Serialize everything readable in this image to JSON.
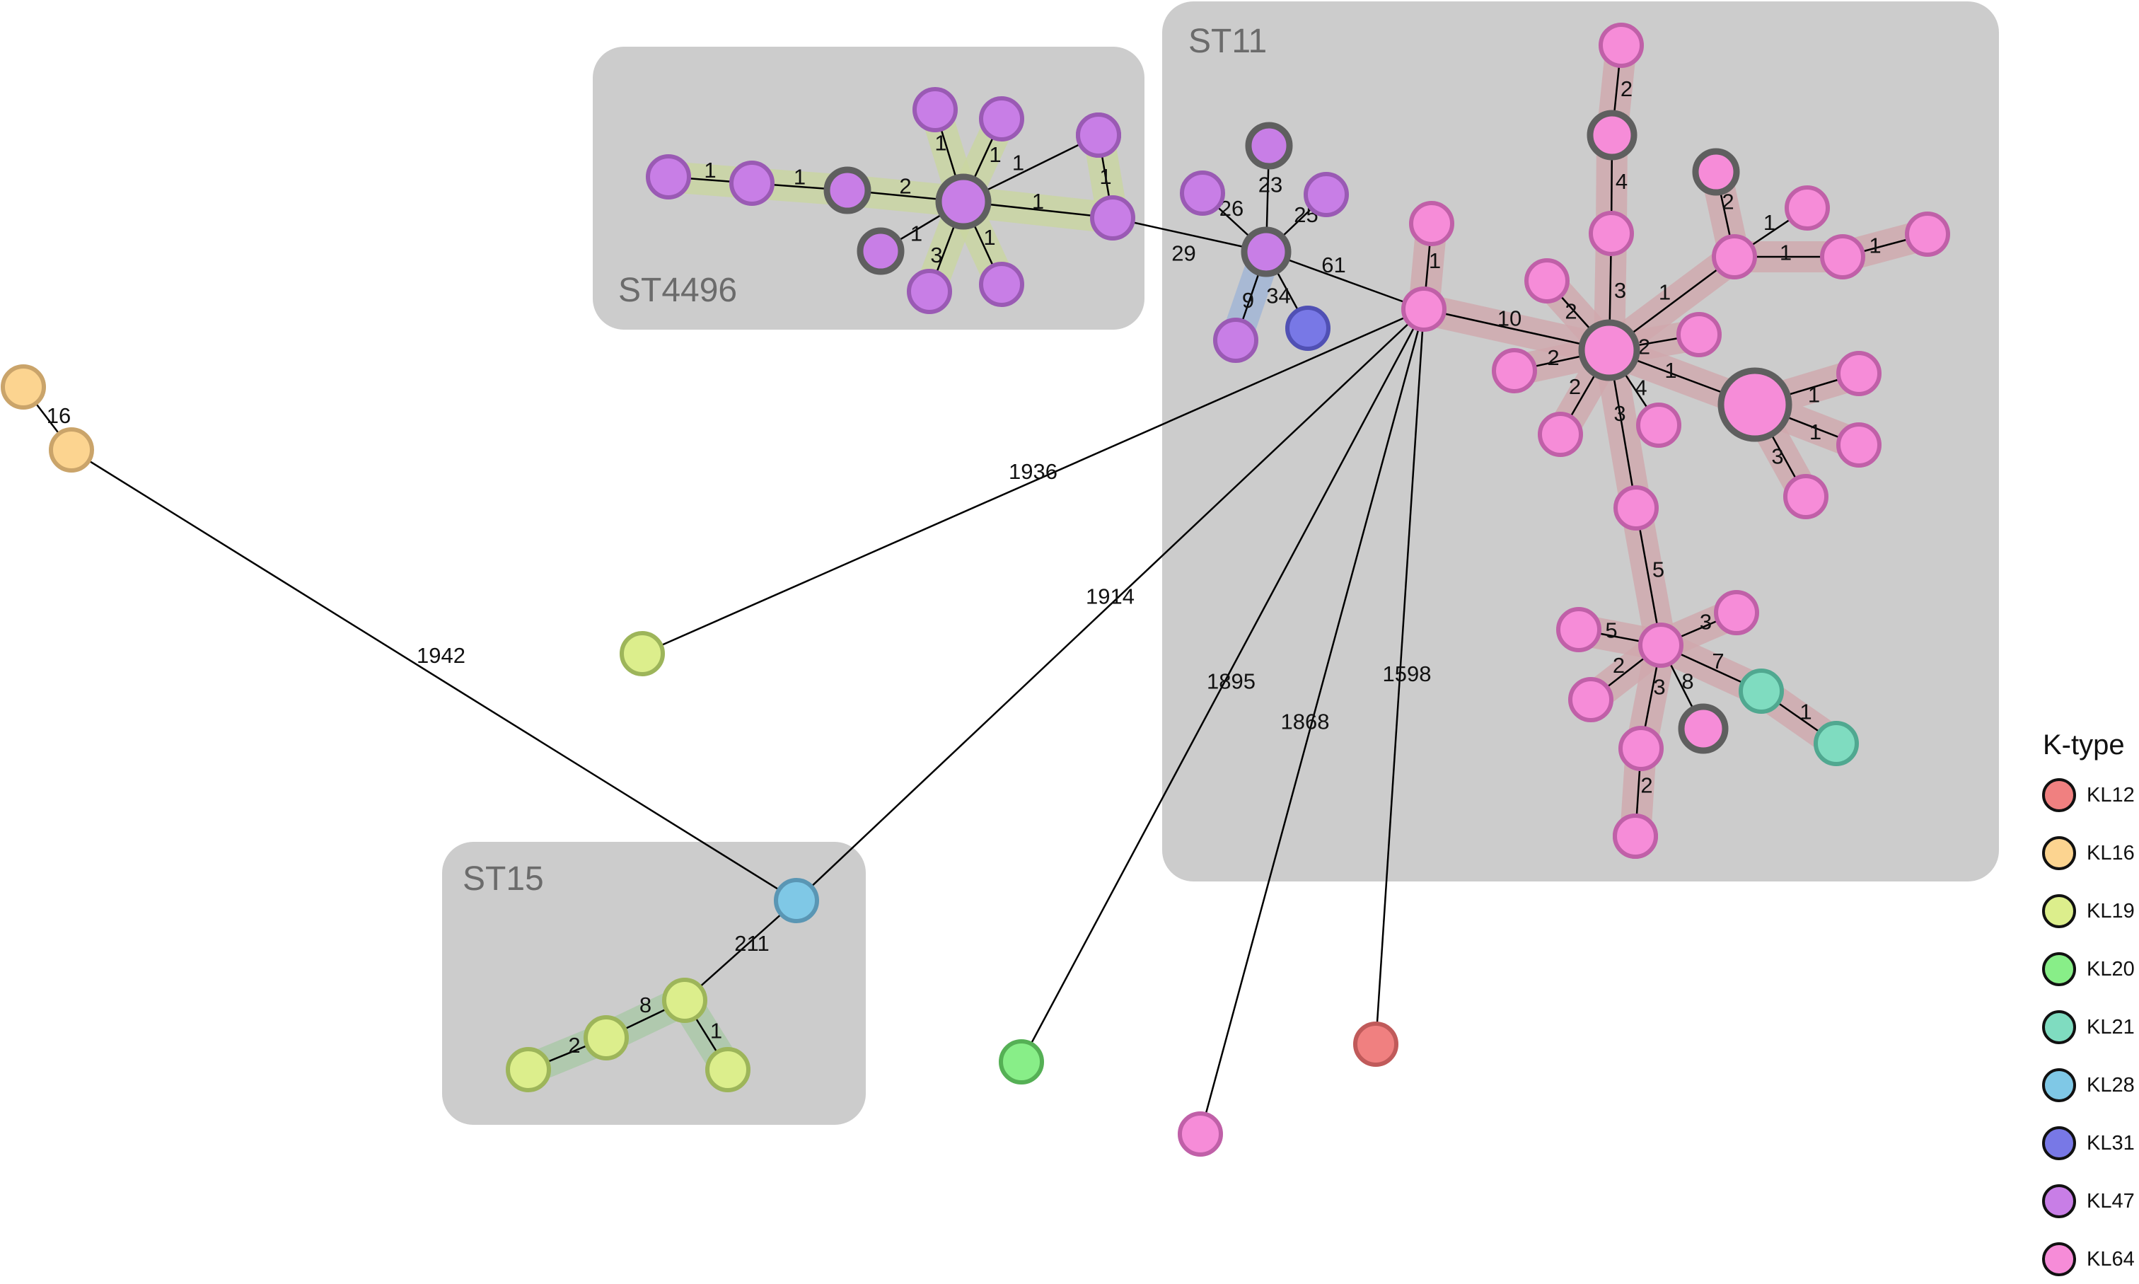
{
  "groups": [
    {
      "id": "st11",
      "label": "ST11"
    },
    {
      "id": "st4496",
      "label": "ST4496"
    },
    {
      "id": "st15",
      "label": "ST15"
    }
  ],
  "ktypes": [
    {
      "name": "KL12",
      "fill": "#f08080",
      "stroke": "#c05a5a"
    },
    {
      "name": "KL16",
      "fill": "#fcd490",
      "stroke": "#caa46a"
    },
    {
      "name": "KL19",
      "fill": "#dcee8c",
      "stroke": "#9db55a"
    },
    {
      "name": "KL20",
      "fill": "#88ee88",
      "stroke": "#55b055"
    },
    {
      "name": "KL21",
      "fill": "#7fdcc0",
      "stroke": "#50a890"
    },
    {
      "name": "KL28",
      "fill": "#7fc8e6",
      "stroke": "#5a96b4"
    },
    {
      "name": "KL31",
      "fill": "#7878e6",
      "stroke": "#5050b4"
    },
    {
      "name": "KL47",
      "fill": "#c87ee6",
      "stroke": "#9a5ab4"
    },
    {
      "name": "KL64",
      "fill": "#f68cd8",
      "stroke": "#c060a8"
    }
  ],
  "legend": {
    "title": "K-type"
  },
  "nodes": {
    "a1": {
      "type": "KL47"
    },
    "a2": {
      "type": "KL47"
    },
    "a3": {
      "type": "KL47"
    },
    "a4": {
      "type": "KL47"
    },
    "a5": {
      "type": "KL47"
    },
    "a6": {
      "type": "KL47"
    },
    "a7": {
      "type": "KL47"
    },
    "a8": {
      "type": "KL47"
    },
    "a9": {
      "type": "KL47"
    },
    "a10": {
      "type": "KL47"
    },
    "a11": {
      "type": "KL47"
    },
    "a12": {
      "type": "KL47"
    },
    "b1": {
      "type": "KL47"
    },
    "b2": {
      "type": "KL47"
    },
    "b3": {
      "type": "KL47"
    },
    "b4": {
      "type": "KL47"
    },
    "b5": {
      "type": "KL47"
    },
    "b6": {
      "type": "KL31"
    },
    "c1": {
      "type": "KL64"
    },
    "c2": {
      "type": "KL64"
    },
    "c3": {
      "type": "KL64"
    },
    "c4": {
      "type": "KL64"
    },
    "c5": {
      "type": "KL64"
    },
    "c6": {
      "type": "KL64"
    },
    "c7": {
      "type": "KL64"
    },
    "c8": {
      "type": "KL64"
    },
    "c9": {
      "type": "KL64"
    },
    "c10": {
      "type": "KL64"
    },
    "c11": {
      "type": "KL64"
    },
    "c12": {
      "type": "KL64"
    },
    "c13": {
      "type": "KL64"
    },
    "c14": {
      "type": "KL64"
    },
    "c15": {
      "type": "KL64"
    },
    "c16": {
      "type": "KL64"
    },
    "c17": {
      "type": "KL64"
    },
    "c18": {
      "type": "KL64"
    },
    "c19": {
      "type": "KL64"
    },
    "c20": {
      "type": "KL64"
    },
    "c21": {
      "type": "KL64"
    },
    "c22": {
      "type": "KL64"
    },
    "c23": {
      "type": "KL64"
    },
    "c24": {
      "type": "KL64"
    },
    "c25": {
      "type": "KL64"
    },
    "c26": {
      "type": "KL64"
    },
    "c27": {
      "type": "KL64"
    },
    "c28": {
      "type": "KL64"
    },
    "c29": {
      "type": "KL64"
    },
    "c30": {
      "type": "KL21"
    },
    "c31": {
      "type": "KL21"
    },
    "o19": {
      "type": "KL19"
    },
    "o20": {
      "type": "KL20"
    },
    "o64": {
      "type": "KL64"
    },
    "o12": {
      "type": "KL12"
    },
    "y1": {
      "type": "KL16"
    },
    "y2": {
      "type": "KL16"
    },
    "s1": {
      "type": "KL28"
    },
    "s2": {
      "type": "KL19"
    },
    "s3": {
      "type": "KL19"
    },
    "s4": {
      "type": "KL19"
    },
    "s5": {
      "type": "KL19"
    }
  },
  "edges": [
    {
      "from": "a1",
      "to": "a2",
      "label": "1"
    },
    {
      "from": "a2",
      "to": "a3",
      "label": "1"
    },
    {
      "from": "a3",
      "to": "a4",
      "label": "2"
    },
    {
      "from": "a4",
      "to": "a5",
      "label": "1"
    },
    {
      "from": "a4",
      "to": "a6",
      "label": "1"
    },
    {
      "from": "a4",
      "to": "a7",
      "label": "1"
    },
    {
      "from": "a4",
      "to": "a8",
      "label": "3"
    },
    {
      "from": "a4",
      "to": "a9",
      "label": "1"
    },
    {
      "from": "a4",
      "to": "a10",
      "label": "1"
    },
    {
      "from": "a11",
      "to": "a12",
      "label": "1"
    },
    {
      "from": "a4",
      "to": "a12",
      "label": "1"
    },
    {
      "from": "a12",
      "to": "b1",
      "label": "29"
    },
    {
      "from": "b1",
      "to": "b2",
      "label": "23"
    },
    {
      "from": "b1",
      "to": "b3",
      "label": "26"
    },
    {
      "from": "b1",
      "to": "b4",
      "label": "25"
    },
    {
      "from": "b1",
      "to": "b5",
      "label": "9"
    },
    {
      "from": "b1",
      "to": "b6",
      "label": "34"
    },
    {
      "from": "b1",
      "to": "c1",
      "label": "61"
    },
    {
      "from": "c1",
      "to": "c2",
      "label": "1"
    },
    {
      "from": "c1",
      "to": "c3",
      "label": "10"
    },
    {
      "from": "c4",
      "to": "c5",
      "label": "2"
    },
    {
      "from": "c5",
      "to": "c6",
      "label": "4"
    },
    {
      "from": "c6",
      "to": "c3",
      "label": "3"
    },
    {
      "from": "c3",
      "to": "c7",
      "label": "2"
    },
    {
      "from": "c3",
      "to": "c8",
      "label": "2"
    },
    {
      "from": "c3",
      "to": "c9",
      "label": "2"
    },
    {
      "from": "c3",
      "to": "c10",
      "label": "2"
    },
    {
      "from": "c3",
      "to": "c11",
      "label": "4"
    },
    {
      "from": "c3",
      "to": "c12",
      "label": "1"
    },
    {
      "from": "c3",
      "to": "c13",
      "label": "1"
    },
    {
      "from": "c3",
      "to": "c14",
      "label": "3"
    },
    {
      "from": "c15",
      "to": "c12",
      "label": "2"
    },
    {
      "from": "c12",
      "to": "c16",
      "label": "1"
    },
    {
      "from": "c12",
      "to": "c17",
      "label": "1"
    },
    {
      "from": "c17",
      "to": "c18",
      "label": "1"
    },
    {
      "from": "c13",
      "to": "c19",
      "label": "1"
    },
    {
      "from": "c13",
      "to": "c20",
      "label": "1"
    },
    {
      "from": "c13",
      "to": "c21",
      "label": "3"
    },
    {
      "from": "c14",
      "to": "c22",
      "label": "5"
    },
    {
      "from": "c22",
      "to": "c23",
      "label": "5"
    },
    {
      "from": "c22",
      "to": "c24",
      "label": "3"
    },
    {
      "from": "c22",
      "to": "c25",
      "label": "2"
    },
    {
      "from": "c22",
      "to": "c26",
      "label": "3"
    },
    {
      "from": "c22",
      "to": "c27",
      "label": "8"
    },
    {
      "from": "c22",
      "to": "c30",
      "label": "7"
    },
    {
      "from": "c30",
      "to": "c31",
      "label": "1"
    },
    {
      "from": "c26",
      "to": "c28",
      "label": "2"
    },
    {
      "from": "c1",
      "to": "o19",
      "label": "1936"
    },
    {
      "from": "c1",
      "to": "s1",
      "label": "1914"
    },
    {
      "from": "c1",
      "to": "o20",
      "label": "1895"
    },
    {
      "from": "c1",
      "to": "o64",
      "label": "1868"
    },
    {
      "from": "c1",
      "to": "o12",
      "label": "1598"
    },
    {
      "from": "y1",
      "to": "y2",
      "label": "16"
    },
    {
      "from": "y2",
      "to": "s1",
      "label": "1942"
    },
    {
      "from": "s1",
      "to": "s2",
      "label": "211"
    },
    {
      "from": "s2",
      "to": "s3",
      "label": "8"
    },
    {
      "from": "s3",
      "to": "s4",
      "label": "2"
    },
    {
      "from": "s2",
      "to": "s5",
      "label": "1"
    }
  ]
}
